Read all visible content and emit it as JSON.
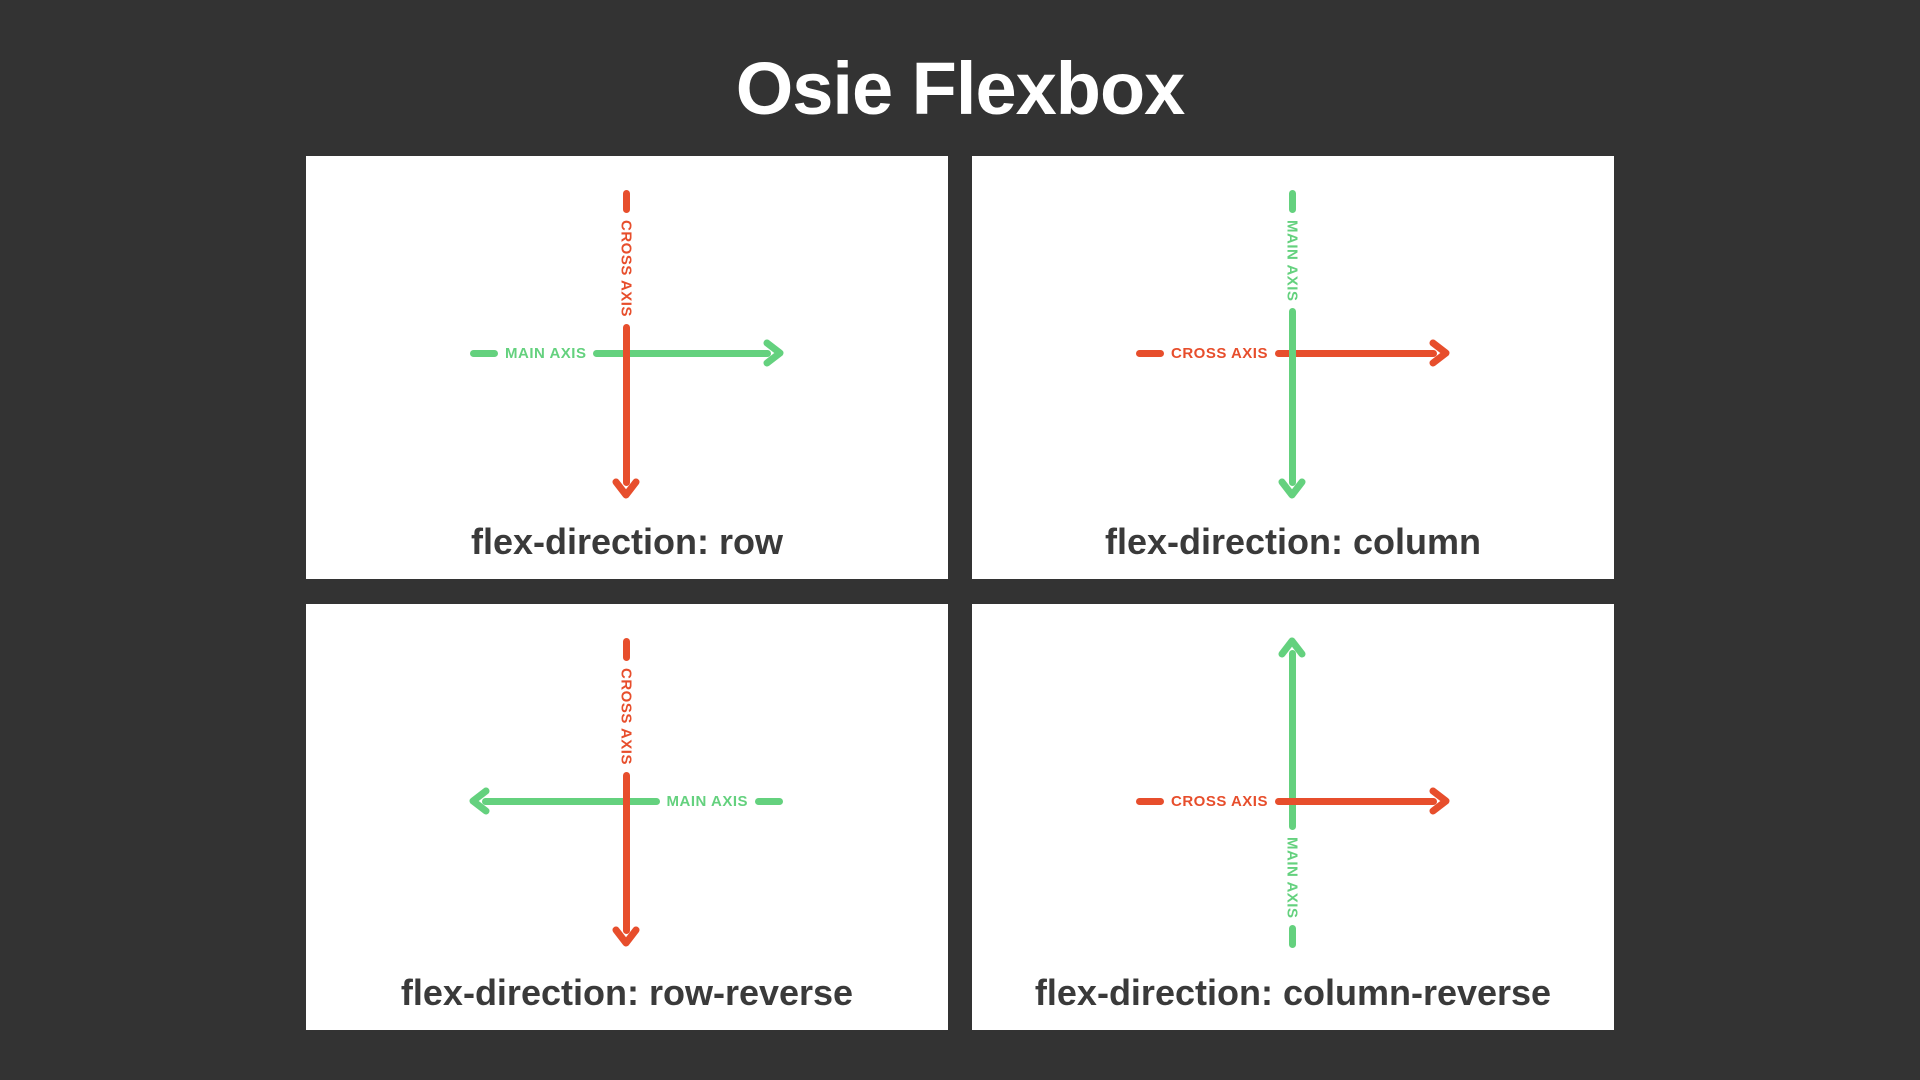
{
  "title": "Osie Flexbox",
  "colors": {
    "background": "#333333",
    "card_bg": "#ffffff",
    "main_axis_green": "#64d17e",
    "cross_axis_red": "#e74e2c",
    "caption_text": "#3a3a3a",
    "title_text": "#ffffff"
  },
  "cards": [
    {
      "caption": "flex-direction: row",
      "horizontal": {
        "label": "MAIN AXIS",
        "color": "green",
        "direction": "right"
      },
      "vertical": {
        "label": "CROSS AXIS",
        "color": "red",
        "direction": "down"
      }
    },
    {
      "caption": "flex-direction: column",
      "horizontal": {
        "label": "CROSS AXIS",
        "color": "red",
        "direction": "right"
      },
      "vertical": {
        "label": "MAIN AXIS",
        "color": "green",
        "direction": "down"
      }
    },
    {
      "caption": "flex-direction: row-reverse",
      "horizontal": {
        "label": "MAIN AXIS",
        "color": "green",
        "direction": "left"
      },
      "vertical": {
        "label": "CROSS AXIS",
        "color": "red",
        "direction": "down"
      }
    },
    {
      "caption": "flex-direction: column-reverse",
      "horizontal": {
        "label": "CROSS AXIS",
        "color": "red",
        "direction": "right"
      },
      "vertical": {
        "label": "MAIN AXIS",
        "color": "green",
        "direction": "up"
      }
    }
  ]
}
